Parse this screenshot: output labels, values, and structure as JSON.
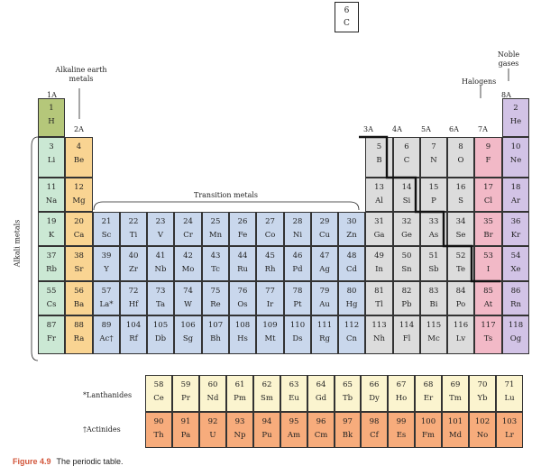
{
  "callout": {
    "number": "6",
    "symbol": "C"
  },
  "labels": {
    "noble_gases": "Noble gases",
    "alkaline_earth_metals": "Alkaline earth metals",
    "halogens": "Halogens",
    "transition_metals": "Transition metals",
    "alkali_metals": "Alkali metals",
    "lanthanides": "*Lanthanides",
    "actinides": "†Actinides"
  },
  "group_labels": [
    "1A",
    "2A",
    "3A",
    "4A",
    "5A",
    "6A",
    "7A",
    "8A"
  ],
  "caption": {
    "figure": "Figure 4.9",
    "text": "The periodic table."
  },
  "colors": {
    "hydrogen": "#b5c77a",
    "alkali": "#cbe8d4",
    "alkaline_earth": "#f9d492",
    "transition": "#c9d7ec",
    "main_group": "#dcdcdc",
    "halogen": "#f2b9c7",
    "noble": "#d2c3e6",
    "lanthanide": "#fbf4cf",
    "actinide": "#f7ac7c"
  },
  "elements": [
    {
      "n": "1",
      "s": "H",
      "r": 1,
      "c": 1,
      "cat": "hydrogen"
    },
    {
      "n": "2",
      "s": "He",
      "r": 1,
      "c": 18,
      "cat": "noble"
    },
    {
      "n": "3",
      "s": "Li",
      "r": 2,
      "c": 1,
      "cat": "alkali"
    },
    {
      "n": "4",
      "s": "Be",
      "r": 2,
      "c": 2,
      "cat": "alkaline_earth"
    },
    {
      "n": "5",
      "s": "B",
      "r": 2,
      "c": 13,
      "cat": "main_group"
    },
    {
      "n": "6",
      "s": "C",
      "r": 2,
      "c": 14,
      "cat": "main_group"
    },
    {
      "n": "7",
      "s": "N",
      "r": 2,
      "c": 15,
      "cat": "main_group"
    },
    {
      "n": "8",
      "s": "O",
      "r": 2,
      "c": 16,
      "cat": "main_group"
    },
    {
      "n": "9",
      "s": "F",
      "r": 2,
      "c": 17,
      "cat": "halogen"
    },
    {
      "n": "10",
      "s": "Ne",
      "r": 2,
      "c": 18,
      "cat": "noble"
    },
    {
      "n": "11",
      "s": "Na",
      "r": 3,
      "c": 1,
      "cat": "alkali"
    },
    {
      "n": "12",
      "s": "Mg",
      "r": 3,
      "c": 2,
      "cat": "alkaline_earth"
    },
    {
      "n": "13",
      "s": "Al",
      "r": 3,
      "c": 13,
      "cat": "main_group"
    },
    {
      "n": "14",
      "s": "Si",
      "r": 3,
      "c": 14,
      "cat": "main_group"
    },
    {
      "n": "15",
      "s": "P",
      "r": 3,
      "c": 15,
      "cat": "main_group"
    },
    {
      "n": "16",
      "s": "S",
      "r": 3,
      "c": 16,
      "cat": "main_group"
    },
    {
      "n": "17",
      "s": "Cl",
      "r": 3,
      "c": 17,
      "cat": "halogen"
    },
    {
      "n": "18",
      "s": "Ar",
      "r": 3,
      "c": 18,
      "cat": "noble"
    },
    {
      "n": "19",
      "s": "K",
      "r": 4,
      "c": 1,
      "cat": "alkali"
    },
    {
      "n": "20",
      "s": "Ca",
      "r": 4,
      "c": 2,
      "cat": "alkaline_earth"
    },
    {
      "n": "21",
      "s": "Sc",
      "r": 4,
      "c": 3,
      "cat": "transition"
    },
    {
      "n": "22",
      "s": "Ti",
      "r": 4,
      "c": 4,
      "cat": "transition"
    },
    {
      "n": "23",
      "s": "V",
      "r": 4,
      "c": 5,
      "cat": "transition"
    },
    {
      "n": "24",
      "s": "Cr",
      "r": 4,
      "c": 6,
      "cat": "transition"
    },
    {
      "n": "25",
      "s": "Mn",
      "r": 4,
      "c": 7,
      "cat": "transition"
    },
    {
      "n": "26",
      "s": "Fe",
      "r": 4,
      "c": 8,
      "cat": "transition"
    },
    {
      "n": "27",
      "s": "Co",
      "r": 4,
      "c": 9,
      "cat": "transition"
    },
    {
      "n": "28",
      "s": "Ni",
      "r": 4,
      "c": 10,
      "cat": "transition"
    },
    {
      "n": "29",
      "s": "Cu",
      "r": 4,
      "c": 11,
      "cat": "transition"
    },
    {
      "n": "30",
      "s": "Zn",
      "r": 4,
      "c": 12,
      "cat": "transition"
    },
    {
      "n": "31",
      "s": "Ga",
      "r": 4,
      "c": 13,
      "cat": "main_group"
    },
    {
      "n": "32",
      "s": "Ge",
      "r": 4,
      "c": 14,
      "cat": "main_group"
    },
    {
      "n": "33",
      "s": "As",
      "r": 4,
      "c": 15,
      "cat": "main_group"
    },
    {
      "n": "34",
      "s": "Se",
      "r": 4,
      "c": 16,
      "cat": "main_group"
    },
    {
      "n": "35",
      "s": "Br",
      "r": 4,
      "c": 17,
      "cat": "halogen"
    },
    {
      "n": "36",
      "s": "Kr",
      "r": 4,
      "c": 18,
      "cat": "noble"
    },
    {
      "n": "37",
      "s": "Rb",
      "r": 5,
      "c": 1,
      "cat": "alkali"
    },
    {
      "n": "38",
      "s": "Sr",
      "r": 5,
      "c": 2,
      "cat": "alkaline_earth"
    },
    {
      "n": "39",
      "s": "Y",
      "r": 5,
      "c": 3,
      "cat": "transition"
    },
    {
      "n": "40",
      "s": "Zr",
      "r": 5,
      "c": 4,
      "cat": "transition"
    },
    {
      "n": "41",
      "s": "Nb",
      "r": 5,
      "c": 5,
      "cat": "transition"
    },
    {
      "n": "42",
      "s": "Mo",
      "r": 5,
      "c": 6,
      "cat": "transition"
    },
    {
      "n": "43",
      "s": "Tc",
      "r": 5,
      "c": 7,
      "cat": "transition"
    },
    {
      "n": "44",
      "s": "Ru",
      "r": 5,
      "c": 8,
      "cat": "transition"
    },
    {
      "n": "45",
      "s": "Rh",
      "r": 5,
      "c": 9,
      "cat": "transition"
    },
    {
      "n": "46",
      "s": "Pd",
      "r": 5,
      "c": 10,
      "cat": "transition"
    },
    {
      "n": "47",
      "s": "Ag",
      "r": 5,
      "c": 11,
      "cat": "transition"
    },
    {
      "n": "48",
      "s": "Cd",
      "r": 5,
      "c": 12,
      "cat": "transition"
    },
    {
      "n": "49",
      "s": "In",
      "r": 5,
      "c": 13,
      "cat": "main_group"
    },
    {
      "n": "50",
      "s": "Sn",
      "r": 5,
      "c": 14,
      "cat": "main_group"
    },
    {
      "n": "51",
      "s": "Sb",
      "r": 5,
      "c": 15,
      "cat": "main_group"
    },
    {
      "n": "52",
      "s": "Te",
      "r": 5,
      "c": 16,
      "cat": "main_group"
    },
    {
      "n": "53",
      "s": "I",
      "r": 5,
      "c": 17,
      "cat": "halogen"
    },
    {
      "n": "54",
      "s": "Xe",
      "r": 5,
      "c": 18,
      "cat": "noble"
    },
    {
      "n": "55",
      "s": "Cs",
      "r": 6,
      "c": 1,
      "cat": "alkali"
    },
    {
      "n": "56",
      "s": "Ba",
      "r": 6,
      "c": 2,
      "cat": "alkaline_earth"
    },
    {
      "n": "57",
      "s": "La*",
      "r": 6,
      "c": 3,
      "cat": "transition"
    },
    {
      "n": "72",
      "s": "Hf",
      "r": 6,
      "c": 4,
      "cat": "transition"
    },
    {
      "n": "73",
      "s": "Ta",
      "r": 6,
      "c": 5,
      "cat": "transition"
    },
    {
      "n": "74",
      "s": "W",
      "r": 6,
      "c": 6,
      "cat": "transition"
    },
    {
      "n": "75",
      "s": "Re",
      "r": 6,
      "c": 7,
      "cat": "transition"
    },
    {
      "n": "76",
      "s": "Os",
      "r": 6,
      "c": 8,
      "cat": "transition"
    },
    {
      "n": "77",
      "s": "Ir",
      "r": 6,
      "c": 9,
      "cat": "transition"
    },
    {
      "n": "78",
      "s": "Pt",
      "r": 6,
      "c": 10,
      "cat": "transition"
    },
    {
      "n": "79",
      "s": "Au",
      "r": 6,
      "c": 11,
      "cat": "transition"
    },
    {
      "n": "80",
      "s": "Hg",
      "r": 6,
      "c": 12,
      "cat": "transition"
    },
    {
      "n": "81",
      "s": "Tl",
      "r": 6,
      "c": 13,
      "cat": "main_group"
    },
    {
      "n": "82",
      "s": "Pb",
      "r": 6,
      "c": 14,
      "cat": "main_group"
    },
    {
      "n": "83",
      "s": "Bi",
      "r": 6,
      "c": 15,
      "cat": "main_group"
    },
    {
      "n": "84",
      "s": "Po",
      "r": 6,
      "c": 16,
      "cat": "main_group"
    },
    {
      "n": "85",
      "s": "At",
      "r": 6,
      "c": 17,
      "cat": "halogen"
    },
    {
      "n": "86",
      "s": "Rn",
      "r": 6,
      "c": 18,
      "cat": "noble"
    },
    {
      "n": "87",
      "s": "Fr",
      "r": 7,
      "c": 1,
      "cat": "alkali"
    },
    {
      "n": "88",
      "s": "Ra",
      "r": 7,
      "c": 2,
      "cat": "alkaline_earth"
    },
    {
      "n": "89",
      "s": "Ac†",
      "r": 7,
      "c": 3,
      "cat": "transition"
    },
    {
      "n": "104",
      "s": "Rf",
      "r": 7,
      "c": 4,
      "cat": "transition"
    },
    {
      "n": "105",
      "s": "Db",
      "r": 7,
      "c": 5,
      "cat": "transition"
    },
    {
      "n": "106",
      "s": "Sg",
      "r": 7,
      "c": 6,
      "cat": "transition"
    },
    {
      "n": "107",
      "s": "Bh",
      "r": 7,
      "c": 7,
      "cat": "transition"
    },
    {
      "n": "108",
      "s": "Hs",
      "r": 7,
      "c": 8,
      "cat": "transition"
    },
    {
      "n": "109",
      "s": "Mt",
      "r": 7,
      "c": 9,
      "cat": "transition"
    },
    {
      "n": "110",
      "s": "Ds",
      "r": 7,
      "c": 10,
      "cat": "transition"
    },
    {
      "n": "111",
      "s": "Rg",
      "r": 7,
      "c": 11,
      "cat": "transition"
    },
    {
      "n": "112",
      "s": "Cn",
      "r": 7,
      "c": 12,
      "cat": "transition"
    },
    {
      "n": "113",
      "s": "Nh",
      "r": 7,
      "c": 13,
      "cat": "main_group"
    },
    {
      "n": "114",
      "s": "Fl",
      "r": 7,
      "c": 14,
      "cat": "main_group"
    },
    {
      "n": "115",
      "s": "Mc",
      "r": 7,
      "c": 15,
      "cat": "main_group"
    },
    {
      "n": "116",
      "s": "Lv",
      "r": 7,
      "c": 16,
      "cat": "main_group"
    },
    {
      "n": "117",
      "s": "Ts",
      "r": 7,
      "c": 17,
      "cat": "halogen"
    },
    {
      "n": "118",
      "s": "Og",
      "r": 7,
      "c": 18,
      "cat": "noble"
    }
  ],
  "lanthanides": [
    {
      "n": "58",
      "s": "Ce"
    },
    {
      "n": "59",
      "s": "Pr"
    },
    {
      "n": "60",
      "s": "Nd"
    },
    {
      "n": "61",
      "s": "Pm"
    },
    {
      "n": "62",
      "s": "Sm"
    },
    {
      "n": "63",
      "s": "Eu"
    },
    {
      "n": "64",
      "s": "Gd"
    },
    {
      "n": "65",
      "s": "Tb"
    },
    {
      "n": "66",
      "s": "Dy"
    },
    {
      "n": "67",
      "s": "Ho"
    },
    {
      "n": "68",
      "s": "Er"
    },
    {
      "n": "69",
      "s": "Tm"
    },
    {
      "n": "70",
      "s": "Yb"
    },
    {
      "n": "71",
      "s": "Lu"
    }
  ],
  "actinides": [
    {
      "n": "90",
      "s": "Th"
    },
    {
      "n": "91",
      "s": "Pa"
    },
    {
      "n": "92",
      "s": "U"
    },
    {
      "n": "93",
      "s": "Np"
    },
    {
      "n": "94",
      "s": "Pu"
    },
    {
      "n": "95",
      "s": "Am"
    },
    {
      "n": "96",
      "s": "Cm"
    },
    {
      "n": "97",
      "s": "Bk"
    },
    {
      "n": "98",
      "s": "Cf"
    },
    {
      "n": "99",
      "s": "Es"
    },
    {
      "n": "100",
      "s": "Fm"
    },
    {
      "n": "101",
      "s": "Md"
    },
    {
      "n": "102",
      "s": "No"
    },
    {
      "n": "103",
      "s": "Lr"
    }
  ]
}
